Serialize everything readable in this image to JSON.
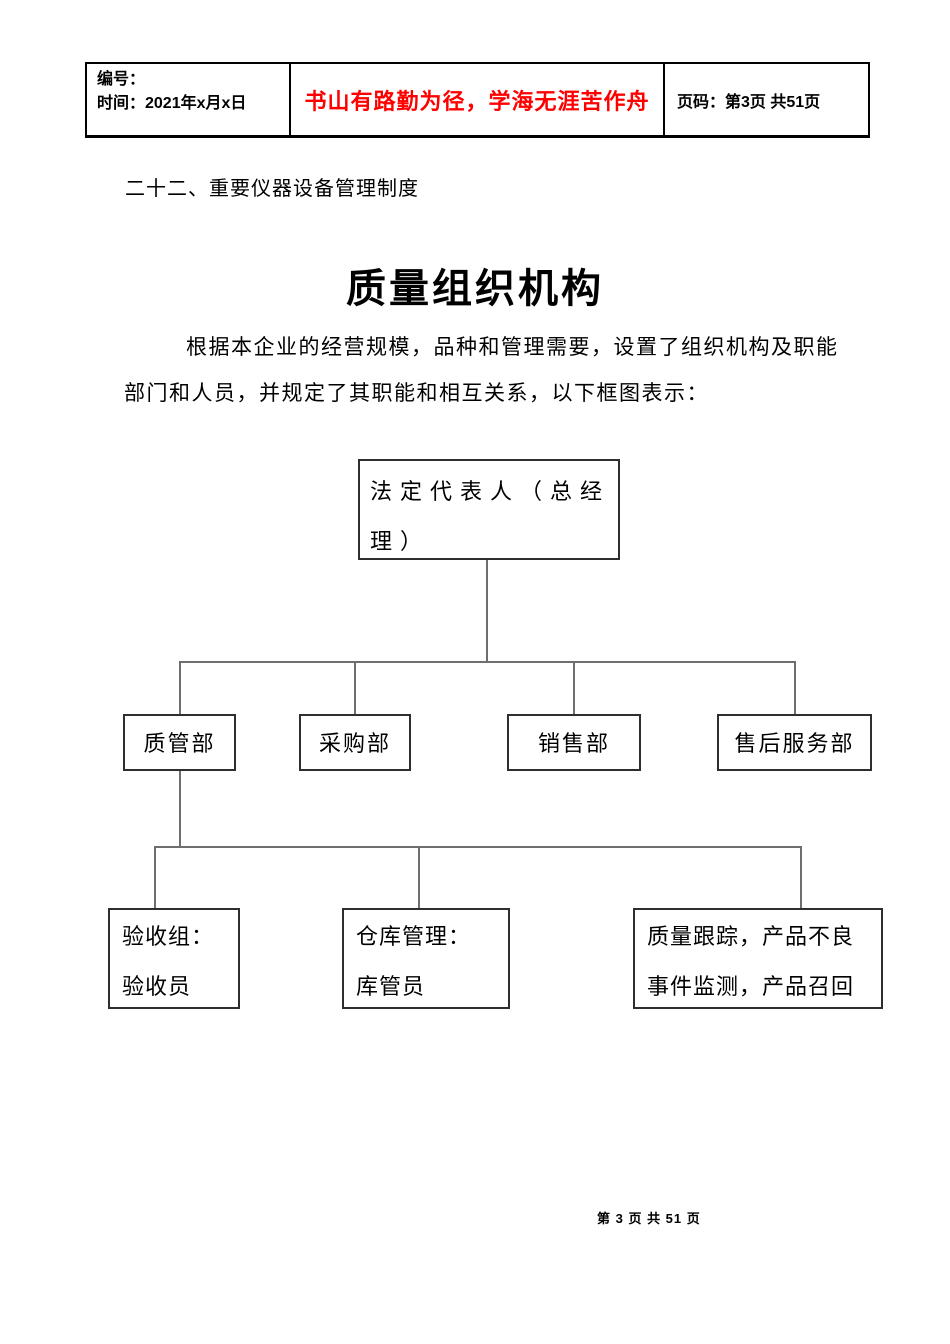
{
  "header": {
    "number_label": "编号：",
    "time_label": "时间：2021年x月x日",
    "motto": "书山有路勤为径，学海无涯苦作舟",
    "motto_color": "#ff0000",
    "page_label": "页码：第3页 共51页"
  },
  "section_heading": "二十二、重要仪器设备管理制度",
  "doc_title": "质量组织机构",
  "paragraph": {
    "line1": "根据本企业的经营规模，品种和管理需要，设置了组织机构及职能",
    "line2": "部门和人员，并规定了其职能和相互关系，以下框图表示："
  },
  "org_chart": {
    "root": "法定代表人（总经理）",
    "level2": [
      "质管部",
      "采购部",
      "销售部",
      "售后服务部"
    ],
    "level3": [
      {
        "line1": "验收组：",
        "line2": "验收员"
      },
      {
        "line1": "仓库管理：",
        "line2": "库管员"
      },
      {
        "line1": "质量跟踪，产品不良",
        "line2": "事件监测，产品召回"
      }
    ]
  },
  "footer": {
    "page_info": "第 3 页 共 51 页"
  }
}
